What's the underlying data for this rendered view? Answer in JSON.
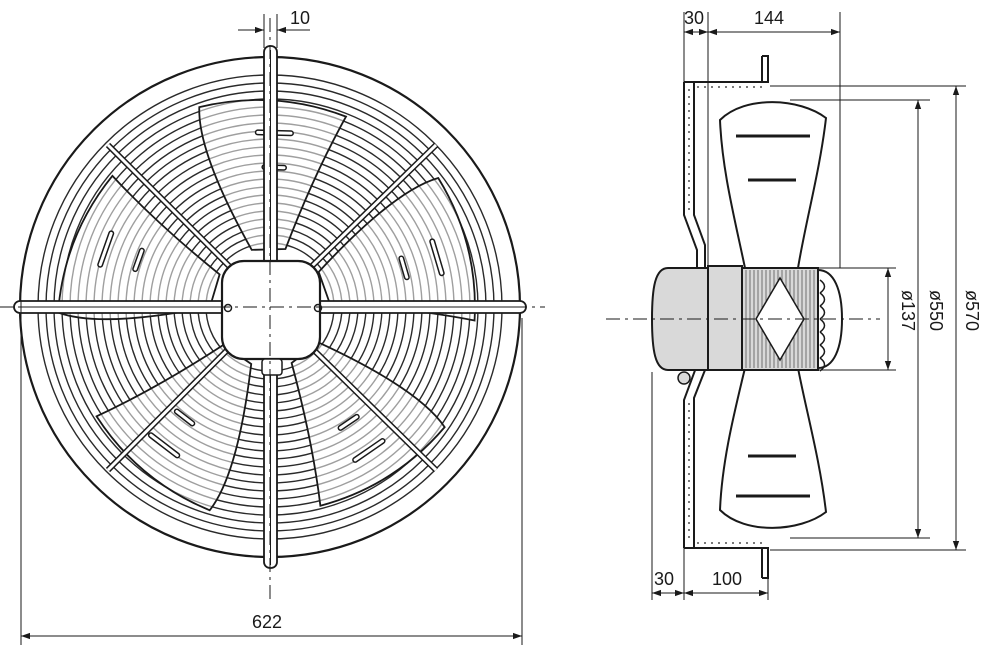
{
  "front_view": {
    "dimensions": {
      "top_width": "10",
      "overall_width": "622"
    }
  },
  "side_view": {
    "dimensions": {
      "top_offset": "30",
      "top_depth": "144",
      "bottom_offset": "30",
      "bottom_depth": "100",
      "hub_diameter": "ø137",
      "blade_diameter": "ø550",
      "ring_diameter": "ø570"
    }
  },
  "colors": {
    "line": "#1a1a1a",
    "shade": "#d9d9d9"
  }
}
